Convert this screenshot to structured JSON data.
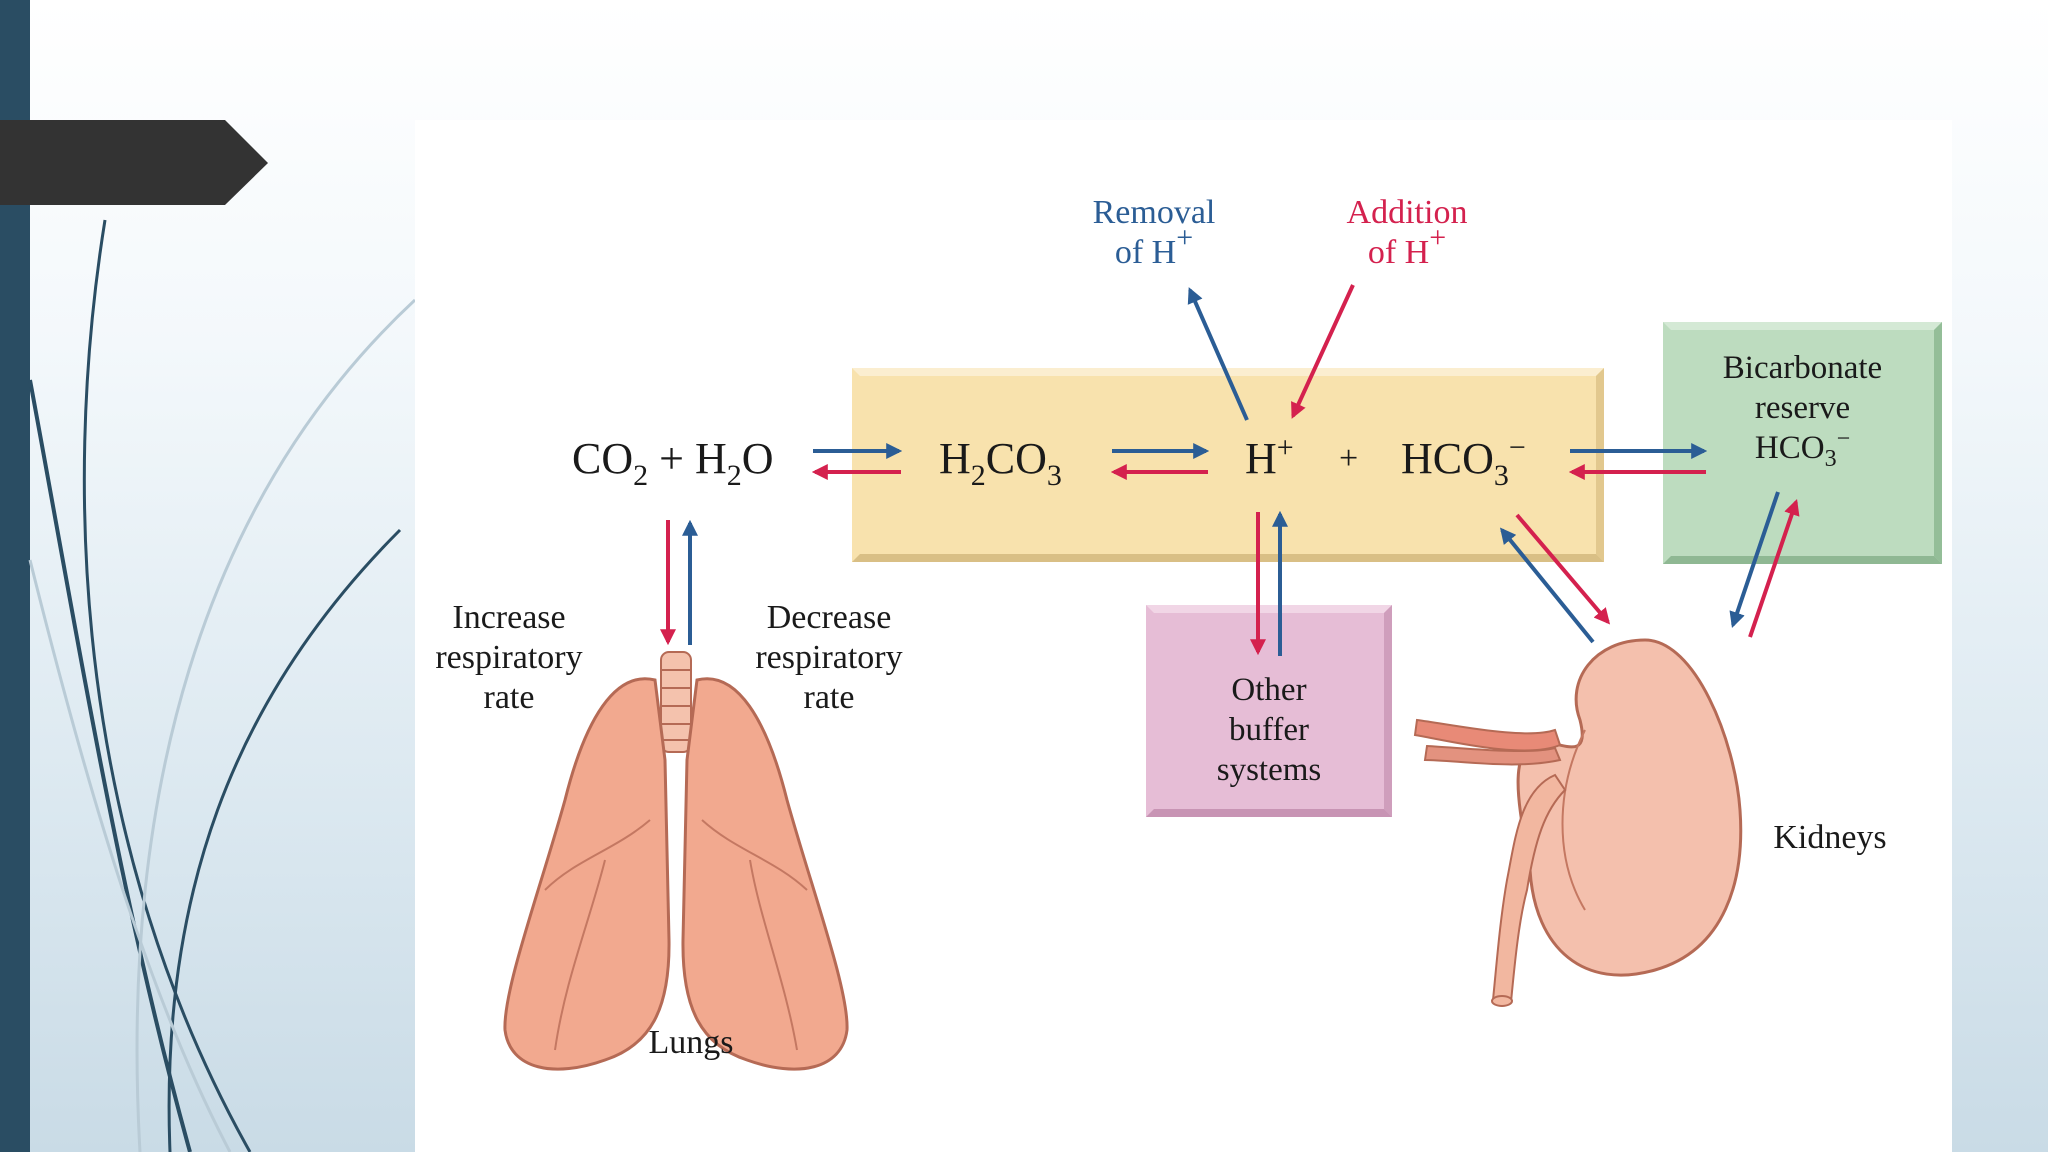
{
  "diagram": {
    "removal_line1": "Removal",
    "removal_line2": "of H",
    "removal_sup": "+",
    "addition_line1": "Addition",
    "addition_line2": "of H",
    "addition_sup": "+",
    "co2": "CO",
    "co2_sub": "2",
    "plus_h": " + H",
    "h2o_sub": "2",
    "o": "O",
    "h2co3_h": "H",
    "h2co3_sub1": "2",
    "h2co3_co": "CO",
    "h2co3_sub2": "3",
    "hplus_h": "H",
    "hplus_sup": "+",
    "plus": "+",
    "hco3_hco": "HCO",
    "hco3_sub": "3",
    "hco3_sup": "−",
    "bicarb_line1": "Bicarbonate",
    "bicarb_line2": "reserve",
    "bicarb_hco": "HCO",
    "bicarb_sub": "3",
    "bicarb_sup": "−",
    "increase_line1": "Increase",
    "increase_line2": "respiratory",
    "increase_line3": "rate",
    "decrease_line1": "Decrease",
    "decrease_line2": "respiratory",
    "decrease_line3": "rate",
    "other_line1": "Other",
    "other_line2": "buffer",
    "other_line3": "systems",
    "lungs": "Lungs",
    "kidneys": "Kidneys"
  },
  "colors": {
    "blue_arrow": "#2b5d95",
    "red_arrow": "#d4214e",
    "yellow_box": "#f8e2ad",
    "green_box": "#bddcbf",
    "pink_box": "#e6bdd6",
    "organ": "#f2a98f",
    "slide_bar": "#2a4d63",
    "title_tab": "#333333"
  }
}
